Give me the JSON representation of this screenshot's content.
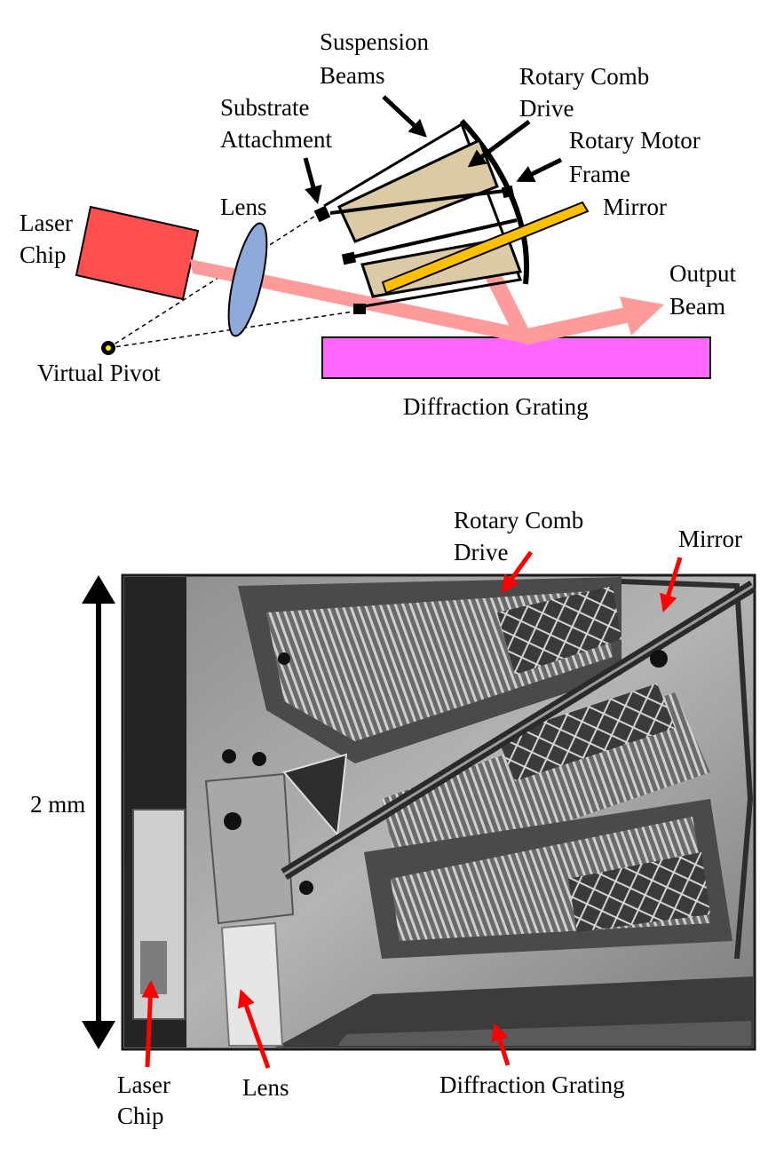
{
  "schematic": {
    "labels": {
      "suspension_beams": [
        "Suspension",
        "Beams"
      ],
      "rotary_comb_drive": [
        "Rotary Comb",
        "Drive"
      ],
      "substrate_attachment": [
        "Substrate",
        "Attachment"
      ],
      "rotary_motor_frame": [
        "Rotary Motor",
        "Frame"
      ],
      "mirror": "Mirror",
      "laser_chip": [
        "Laser",
        "Chip"
      ],
      "lens": "Lens",
      "output_beam": [
        "Output",
        "Beam"
      ],
      "virtual_pivot": "Virtual Pivot",
      "diffraction_grating": "Diffraction Grating"
    },
    "colors": {
      "laser": "#ff4f4f",
      "lens": "#8eaadb",
      "comb": "#dcc9a6",
      "mirror": "#ffc000",
      "beam": "#ff9b9b",
      "grating": "#ff66ff"
    }
  },
  "photo": {
    "labels": {
      "rotary_comb_drive": [
        "Rotary Comb",
        "Drive"
      ],
      "mirror": "Mirror",
      "scale": "2 mm",
      "laser_chip": [
        "Laser",
        "Chip"
      ],
      "lens": "Lens",
      "diffraction_grating": "Diffraction Grating"
    },
    "colors": {
      "pointer": "#ff0000"
    }
  }
}
